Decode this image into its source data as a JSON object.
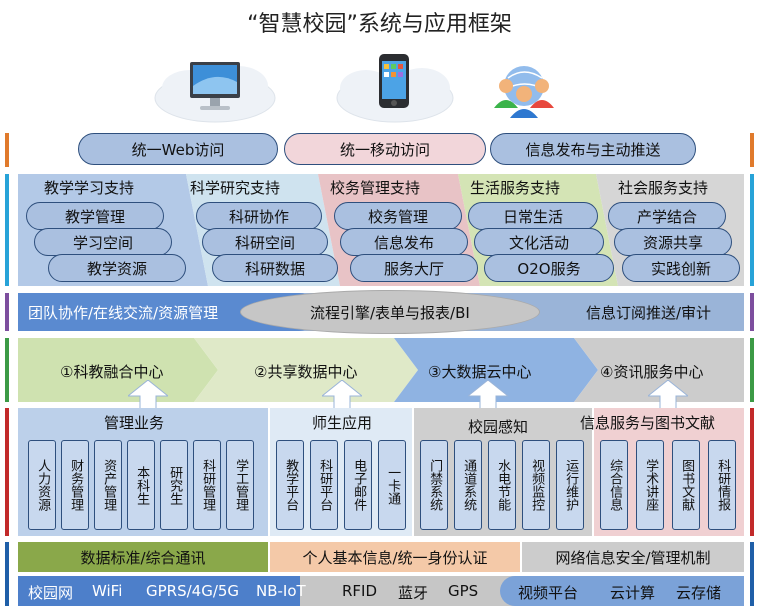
{
  "title": "“智慧校园”系统与应用框架",
  "colors": {
    "orange": "#e07a2c",
    "cyan": "#27a3d8",
    "purple": "#7d4e9e",
    "green": "#3c9a45",
    "red": "#c22a2a",
    "blue": "#1f5fa8",
    "pill": "#aac0e0",
    "pill_pink": "#f2d6da"
  },
  "access": [
    "统一Web访问",
    "统一移动访问",
    "信息发布与主动推送"
  ],
  "support": [
    {
      "title": "教学学习支持",
      "items": [
        "教学管理",
        "学习空间",
        "教学资源"
      ]
    },
    {
      "title": "科学研究支持",
      "items": [
        "科研协作",
        "科研空间",
        "科研数据"
      ]
    },
    {
      "title": "校务管理支持",
      "items": [
        "校务管理",
        "信息发布",
        "服务大厅"
      ]
    },
    {
      "title": "生活服务支持",
      "items": [
        "日常生活",
        "文化活动",
        "O2O服务"
      ]
    },
    {
      "title": "社会服务支持",
      "items": [
        "产学结合",
        "资源共享",
        "实践创新"
      ]
    }
  ],
  "platform": [
    "团队协作/在线交流/资源管理",
    "流程引擎/表单与报表/BI",
    "信息订阅推送/审计"
  ],
  "centers": [
    "①科教融合中心",
    "②共享数据中心",
    "③大数据云中心",
    "④资讯服务中心"
  ],
  "apps": [
    {
      "title": "管理业务",
      "items": [
        "人力资源",
        "财务管理",
        "资产管理",
        "本科生",
        "研究生",
        "科研管理",
        "学工管理"
      ]
    },
    {
      "title": "师生应用",
      "items": [
        "教学平台",
        "科研平台",
        "电子邮件",
        "一卡通"
      ]
    },
    {
      "title": "校园感知",
      "items": [
        "门禁系统",
        "通道系统",
        "水电节能",
        "视频监控",
        "运行维护"
      ]
    },
    {
      "title": "信息服务与图书文献",
      "items": [
        "综合信息",
        "学术讲座",
        "图书文献",
        "科研情报"
      ]
    }
  ],
  "standards": [
    "数据标准/综合通讯",
    "个人基本信息/统一身份认证",
    "网络信息安全/管理机制"
  ],
  "infra": [
    "校园网",
    "WiFi",
    "GPRS/4G/5G",
    "NB-IoT",
    "RFID",
    "蓝牙",
    "GPS",
    "视频平台",
    "云计算",
    "云存储"
  ]
}
